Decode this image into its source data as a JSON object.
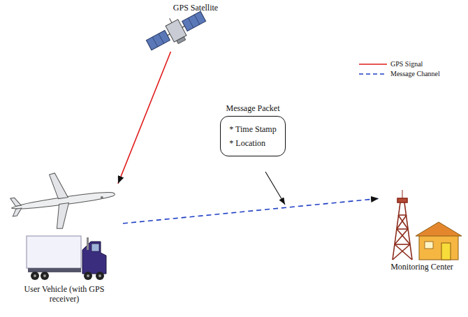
{
  "diagram": {
    "nodes": [
      {
        "text": [
          "GPS Satellite"
        ]
      },
      {
        "text": [
          "User Vehicle (with GPS receiver)"
        ]
      },
      {
        "text": [
          "Message Packet",
          "* Time Stamp",
          "* Location"
        ]
      },
      {
        "text": [
          "Monitoring Center"
        ]
      }
    ],
    "edges": [
      {
        "from": 0,
        "to": 1,
        "arrow": "to"
      },
      {
        "from": 1,
        "to": 3,
        "arrow": "to"
      }
    ],
    "legend": [
      {
        "text": "GPS Signal"
      },
      {
        "text": "Message Channel"
      }
    ]
  }
}
